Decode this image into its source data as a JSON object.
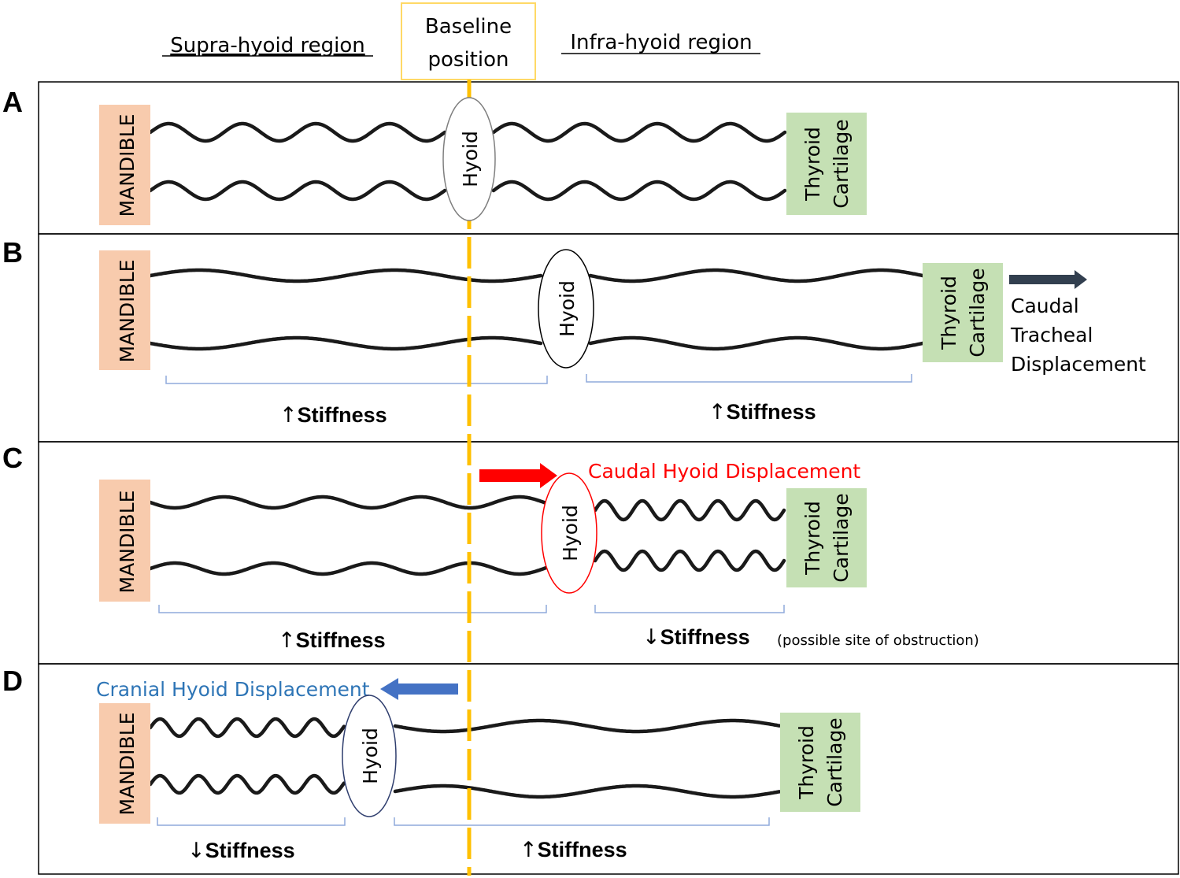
{
  "header": {
    "supra": "Supra-hyoid region",
    "baseline_line1": "Baseline",
    "baseline_line2": "position",
    "infra": "Infra-hyoid region"
  },
  "panels": {
    "A": {
      "letter": "A",
      "mandible": "MANDIBLE",
      "hyoid": "Hyoid",
      "thyroid_line1": "Thyroid",
      "thyroid_line2": "Cartilage"
    },
    "B": {
      "letter": "B",
      "mandible": "MANDIBLE",
      "hyoid": "Hyoid",
      "thyroid_line1": "Thyroid",
      "thyroid_line2": "Cartilage",
      "displacement_line1": "Caudal",
      "displacement_line2": "Tracheal",
      "displacement_line3": "Displacement",
      "left_arrow": "↑",
      "left_stiffness": "Stiffness",
      "right_arrow": "↑",
      "right_stiffness": "Stiffness"
    },
    "C": {
      "letter": "C",
      "mandible": "MANDIBLE",
      "hyoid": "Hyoid",
      "thyroid_line1": "Thyroid",
      "thyroid_line2": "Cartilage",
      "displacement": "Caudal Hyoid Displacement",
      "left_arrow": "↑",
      "left_stiffness": "Stiffness",
      "right_arrow": "↓",
      "right_stiffness": "Stiffness",
      "note": "(possible site of obstruction)"
    },
    "D": {
      "letter": "D",
      "mandible": "MANDIBLE",
      "hyoid": "Hyoid",
      "thyroid_line1": "Thyroid",
      "thyroid_line2": "Cartilage",
      "displacement": "Cranial Hyoid Displacement",
      "left_arrow": "↓",
      "left_stiffness": "Stiffness",
      "right_arrow": "↑",
      "right_stiffness": "Stiffness"
    }
  },
  "colors": {
    "mandible_fill": "#f8cbad",
    "thyroid_fill": "#c5e0b4",
    "baseline_line": "#ffc000",
    "baseline_box": "#ffd966",
    "caudal_hyoid": "#ff0000",
    "cranial_hyoid": "#4472c4",
    "cranial_text": "#2e75b6",
    "tracheal_arrow": "#323f4f",
    "bracket": "#8faadc"
  }
}
